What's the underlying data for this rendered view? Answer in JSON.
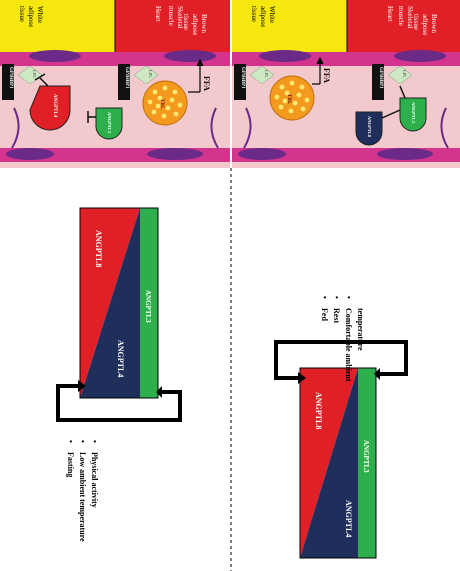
{
  "panels": [
    {
      "id": "top",
      "tissue_labels": {
        "white": [
          "White",
          "adipose",
          "tissue"
        ],
        "red": [
          "Heart",
          "Skeletal",
          "muscle",
          "Brown",
          "adipose",
          "tissue"
        ]
      },
      "membrane_protein": "GPIHBP1",
      "enzyme": "LPL",
      "lipoprotein": "TRL",
      "released": "FFA",
      "inhibitors": [
        "ANGPTL4",
        "ANGPTL3"
      ],
      "split_box": {
        "left": "ANGPTL4",
        "right": "ANGPTL8",
        "strip": "ANGPTL3"
      },
      "conditions": [
        "Fasting",
        "Low ambient temperature",
        "Physical activity"
      ],
      "colors": {
        "angptl4": "#e8202a",
        "angptl8": "#1f2e5a",
        "angptl3": "#2db04b",
        "lpl": "#cfe8c4",
        "trl": "#f39a1e"
      }
    },
    {
      "id": "bottom",
      "tissue_labels": {
        "white": [
          "White",
          "adipose",
          "tissue"
        ],
        "red": [
          "Heart",
          "Skeletal",
          "muscle",
          "Brown",
          "adipose",
          "tissue"
        ]
      },
      "membrane_protein": "GPIHBP1",
      "enzyme": "LPL",
      "lipoprotein": "TRL",
      "released": "FFA",
      "complex": [
        "ANGPTL8",
        "ANGPTL3"
      ],
      "split_box": {
        "left": "ANGPTL4",
        "right": "ANGPTL8",
        "strip": "ANGPTL3"
      },
      "conditions": [
        "Fed",
        "Rest",
        "Comfortable ambient",
        "temperature"
      ],
      "colors": {
        "angptl4": "#e8202a",
        "angptl8": "#1f2e5a",
        "angptl3": "#2db04b",
        "lpl": "#cfe8c4",
        "trl": "#f39a1e"
      }
    }
  ]
}
